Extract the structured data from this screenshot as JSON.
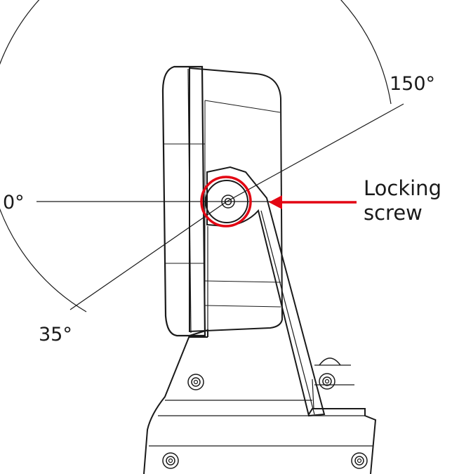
{
  "angles": {
    "max": "150°",
    "zero": "0°",
    "min": "35°"
  },
  "callout": {
    "line1": "Locking",
    "line2": "screw"
  },
  "colors": {
    "highlight": "#e30613",
    "ink": "#1a1a1a",
    "background": "#ffffff"
  }
}
